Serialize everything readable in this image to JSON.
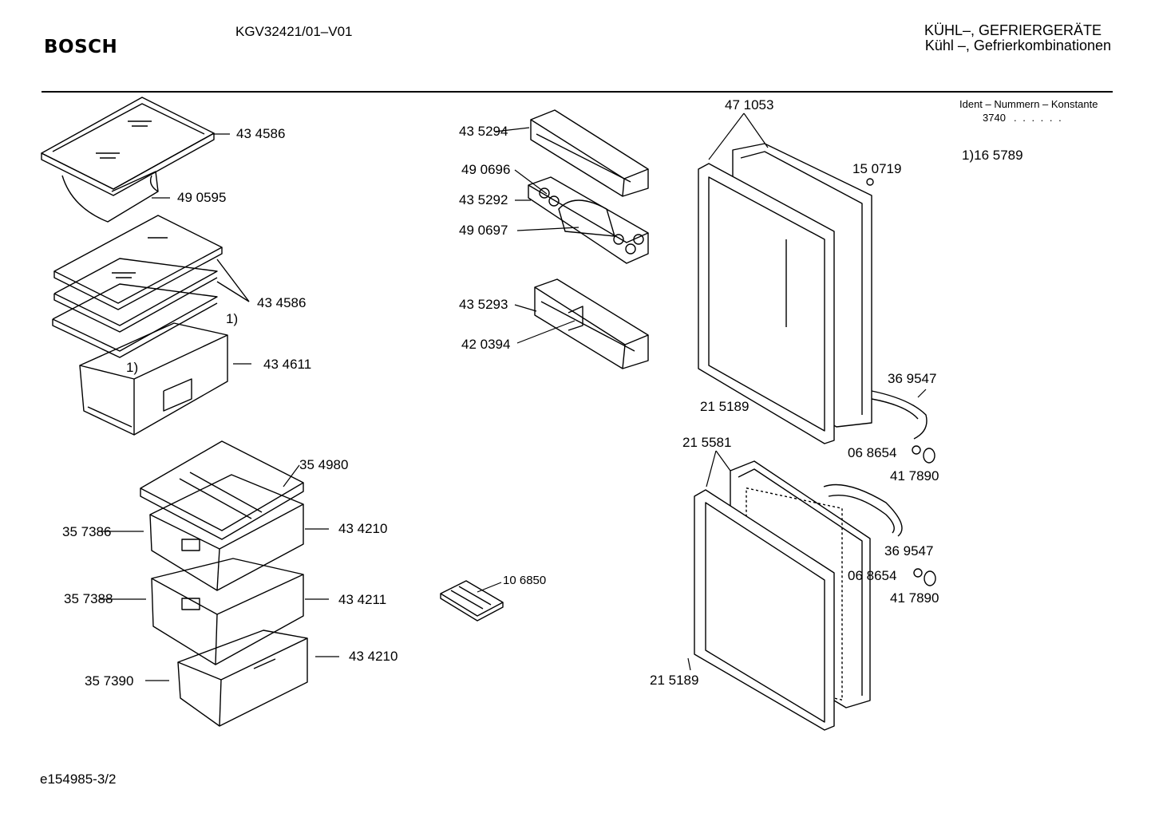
{
  "header": {
    "logo": "BOSCH",
    "model": "KGV32421/01–V01",
    "category_line1": "KÜHL–, GEFRIERGERÄTE",
    "category_line2": "Kühl –, Gefrierkombinationen"
  },
  "ident": {
    "title": "Ident – Nummern – Konstante",
    "value": "3740",
    "dots": ". .  . . . ."
  },
  "footnote": "1)16 5789",
  "doc_id": "e154985-3/2",
  "part_labels": [
    {
      "id": "p1",
      "text": "43 4586"
    },
    {
      "id": "p2",
      "text": "49 0595"
    },
    {
      "id": "p3",
      "text": "43 4586"
    },
    {
      "id": "p4",
      "text": "1)"
    },
    {
      "id": "p5",
      "text": "1)"
    },
    {
      "id": "p6",
      "text": "43 4611"
    },
    {
      "id": "p7",
      "text": "35 4980"
    },
    {
      "id": "p8",
      "text": "35 7386"
    },
    {
      "id": "p9",
      "text": "43 4210"
    },
    {
      "id": "p10",
      "text": "35 7388"
    },
    {
      "id": "p11",
      "text": "43 4211"
    },
    {
      "id": "p12",
      "text": "43 4210"
    },
    {
      "id": "p13",
      "text": "35 7390"
    },
    {
      "id": "p14",
      "text": "43 5294"
    },
    {
      "id": "p15",
      "text": "49 0696"
    },
    {
      "id": "p16",
      "text": "43 5292"
    },
    {
      "id": "p17",
      "text": "49 0697"
    },
    {
      "id": "p18",
      "text": "43 5293"
    },
    {
      "id": "p19",
      "text": "42 0394"
    },
    {
      "id": "p20",
      "text": "10 6850"
    },
    {
      "id": "p21",
      "text": "47 1053"
    },
    {
      "id": "p22",
      "text": "15 0719"
    },
    {
      "id": "p23",
      "text": "36 9547"
    },
    {
      "id": "p24",
      "text": "21 5189"
    },
    {
      "id": "p25",
      "text": "21 5581"
    },
    {
      "id": "p26",
      "text": "06 8654"
    },
    {
      "id": "p27",
      "text": "41 7890"
    },
    {
      "id": "p28",
      "text": "36 9547"
    },
    {
      "id": "p29",
      "text": "06 8654"
    },
    {
      "id": "p30",
      "text": "41 7890"
    },
    {
      "id": "p31",
      "text": "21 5189"
    }
  ]
}
